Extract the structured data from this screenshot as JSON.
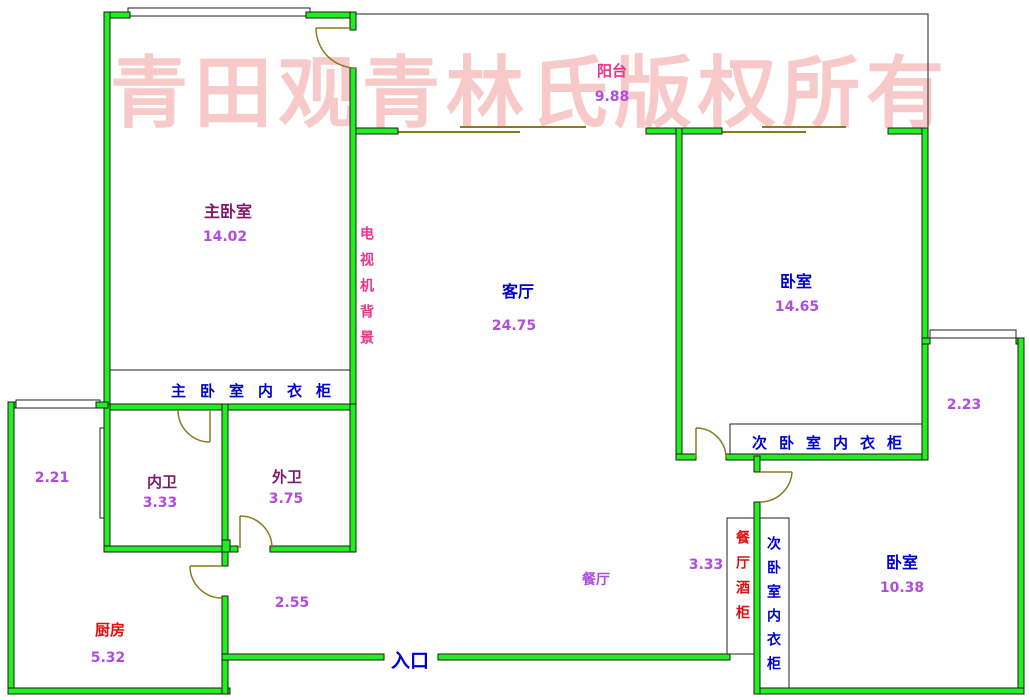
{
  "watermark": "青田观青林氏版权所有",
  "colors": {
    "wall": "#22ee22",
    "wall_edge": "#1a1a1a",
    "room_name": "#7a1a6a",
    "blue_text": "#0000cc",
    "area_text": "#b04ce0",
    "red_text": "#dd1111",
    "pink_text": "#ee3388",
    "watermark": "#f7c9c9",
    "door": "#8a7a20"
  },
  "rooms": {
    "balcony": {
      "name": "阳台",
      "area": "9.88"
    },
    "master_bedroom": {
      "name": "主卧室",
      "area": "14.02"
    },
    "living_room": {
      "name": "客厅",
      "area": "24.75"
    },
    "bedroom_right": {
      "name": "卧室",
      "area": "14.65"
    },
    "bedroom_lower": {
      "name": "卧室",
      "area": "10.38"
    },
    "inner_bath": {
      "name": "内卫",
      "area": "3.33"
    },
    "outer_bath": {
      "name": "外卫",
      "area": "3.75"
    },
    "kitchen": {
      "name": "厨房",
      "area": "5.32"
    },
    "kitchen_side": {
      "area": "2.21"
    },
    "hallway": {
      "area": "2.55"
    },
    "dining": {
      "name": "餐厅",
      "area": "3.33"
    },
    "side_strip": {
      "area": "2.23"
    }
  },
  "labels": {
    "tv_wall": "电视机背景",
    "master_wardrobe": "主卧室内衣柜",
    "second_wardrobe_h": "次卧室内衣柜",
    "second_wardrobe_v": "次卧室内衣柜",
    "wine_cabinet": "餐厅酒柜",
    "entrance": "入口"
  }
}
